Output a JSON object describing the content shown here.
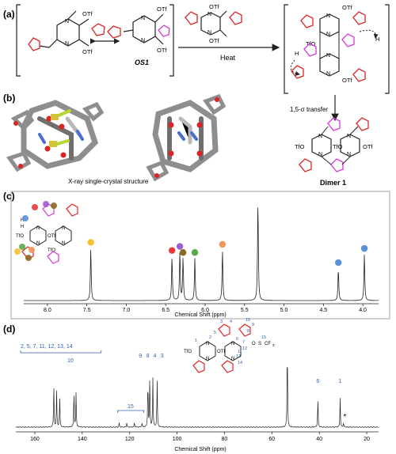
{
  "panels": {
    "a": "(a)",
    "b": "(b)",
    "c": "(c)",
    "d": "(d)"
  },
  "scheme": {
    "otf": "OTf",
    "tfo": "TfO",
    "n": "N",
    "h": "H",
    "os1_label": "OS1",
    "heat_label": "Heat",
    "transfer_label": "1,5-σ transfer",
    "dimer_label": "Dimer 1",
    "xray_label": "X-ray single-crystal structure"
  },
  "spectrum_c": {
    "x_axis_label": "Chemical Shift (ppm)",
    "x_ticks": [
      "8.0",
      "7.5",
      "7.0",
      "6.5",
      "6.0",
      "5.5",
      "5.0",
      "4.5",
      "4.0"
    ],
    "x_tick_values": [
      8.0,
      7.5,
      7.0,
      6.5,
      6.0,
      5.5,
      5.0,
      4.5,
      4.0
    ],
    "x_range": [
      8.3,
      3.8
    ],
    "peaks": [
      {
        "ppm": 7.45,
        "height": 0.52,
        "color": "#f2c230"
      },
      {
        "ppm": 6.42,
        "height": 0.44,
        "color": "#e83a3a"
      },
      {
        "ppm": 6.32,
        "height": 0.48,
        "color": "#a25ad3"
      },
      {
        "ppm": 6.28,
        "height": 0.42,
        "color": "#8a6a1e"
      },
      {
        "ppm": 6.13,
        "height": 0.42,
        "color": "#5aa94a"
      },
      {
        "ppm": 5.78,
        "height": 0.5,
        "color": "#f0955a"
      },
      {
        "ppm": 5.33,
        "height": 1.0,
        "color": null
      },
      {
        "ppm": 4.31,
        "height": 0.32,
        "color": "#5b8fd6"
      },
      {
        "ppm": 3.98,
        "height": 0.46,
        "color": "#5b8fd6"
      }
    ],
    "inset_labels": {
      "h1": "H",
      "h2": "H",
      "otf": "OTf",
      "tfo1": "TfO",
      "tfo2": "TfO"
    }
  },
  "spectrum_d": {
    "x_axis_label": "Chemical Shift (ppm)",
    "x_ticks": [
      "160",
      "140",
      "120",
      "100",
      "80",
      "60",
      "40",
      "20"
    ],
    "x_tick_values": [
      160,
      140,
      120,
      100,
      80,
      60,
      40,
      20
    ],
    "x_range": [
      168,
      15
    ],
    "group_label_1": "2, 5, 7, 11, 12, 13, 14",
    "label_10": "10",
    "label_15": "15",
    "labels_right": [
      "9",
      "8",
      "4",
      "3"
    ],
    "label_6": "6",
    "label_1": "1",
    "star": "*",
    "peaks": [
      {
        "ppm": 152.0,
        "height": 0.47
      },
      {
        "ppm": 150.8,
        "height": 0.41
      },
      {
        "ppm": 149.5,
        "height": 0.36
      },
      {
        "ppm": 143.5,
        "height": 0.42
      },
      {
        "ppm": 142.6,
        "height": 0.39
      },
      {
        "ppm": 124.4,
        "height": 0.05
      },
      {
        "ppm": 121.2,
        "height": 0.05
      },
      {
        "ppm": 118.0,
        "height": 0.05
      },
      {
        "ppm": 114.8,
        "height": 0.05
      },
      {
        "ppm": 112.3,
        "height": 0.55
      },
      {
        "ppm": 111.5,
        "height": 0.58
      },
      {
        "ppm": 110.2,
        "height": 0.56
      },
      {
        "ppm": 108.4,
        "height": 0.55
      },
      {
        "ppm": 53.5,
        "height": 1.0
      },
      {
        "ppm": 40.6,
        "height": 0.33
      },
      {
        "ppm": 31.2,
        "height": 0.33
      },
      {
        "ppm": 29.8,
        "height": 0.05
      }
    ],
    "inset_numbers": [
      "1",
      "2",
      "3",
      "4",
      "5",
      "6",
      "7",
      "8",
      "9",
      "10",
      "11",
      "12",
      "13",
      "14",
      "15"
    ],
    "inset_labels": {
      "otf": "OTf",
      "tfo": "TfO",
      "o": "O",
      "s": "S",
      "cf3": "CF",
      "sub3": "3"
    }
  }
}
